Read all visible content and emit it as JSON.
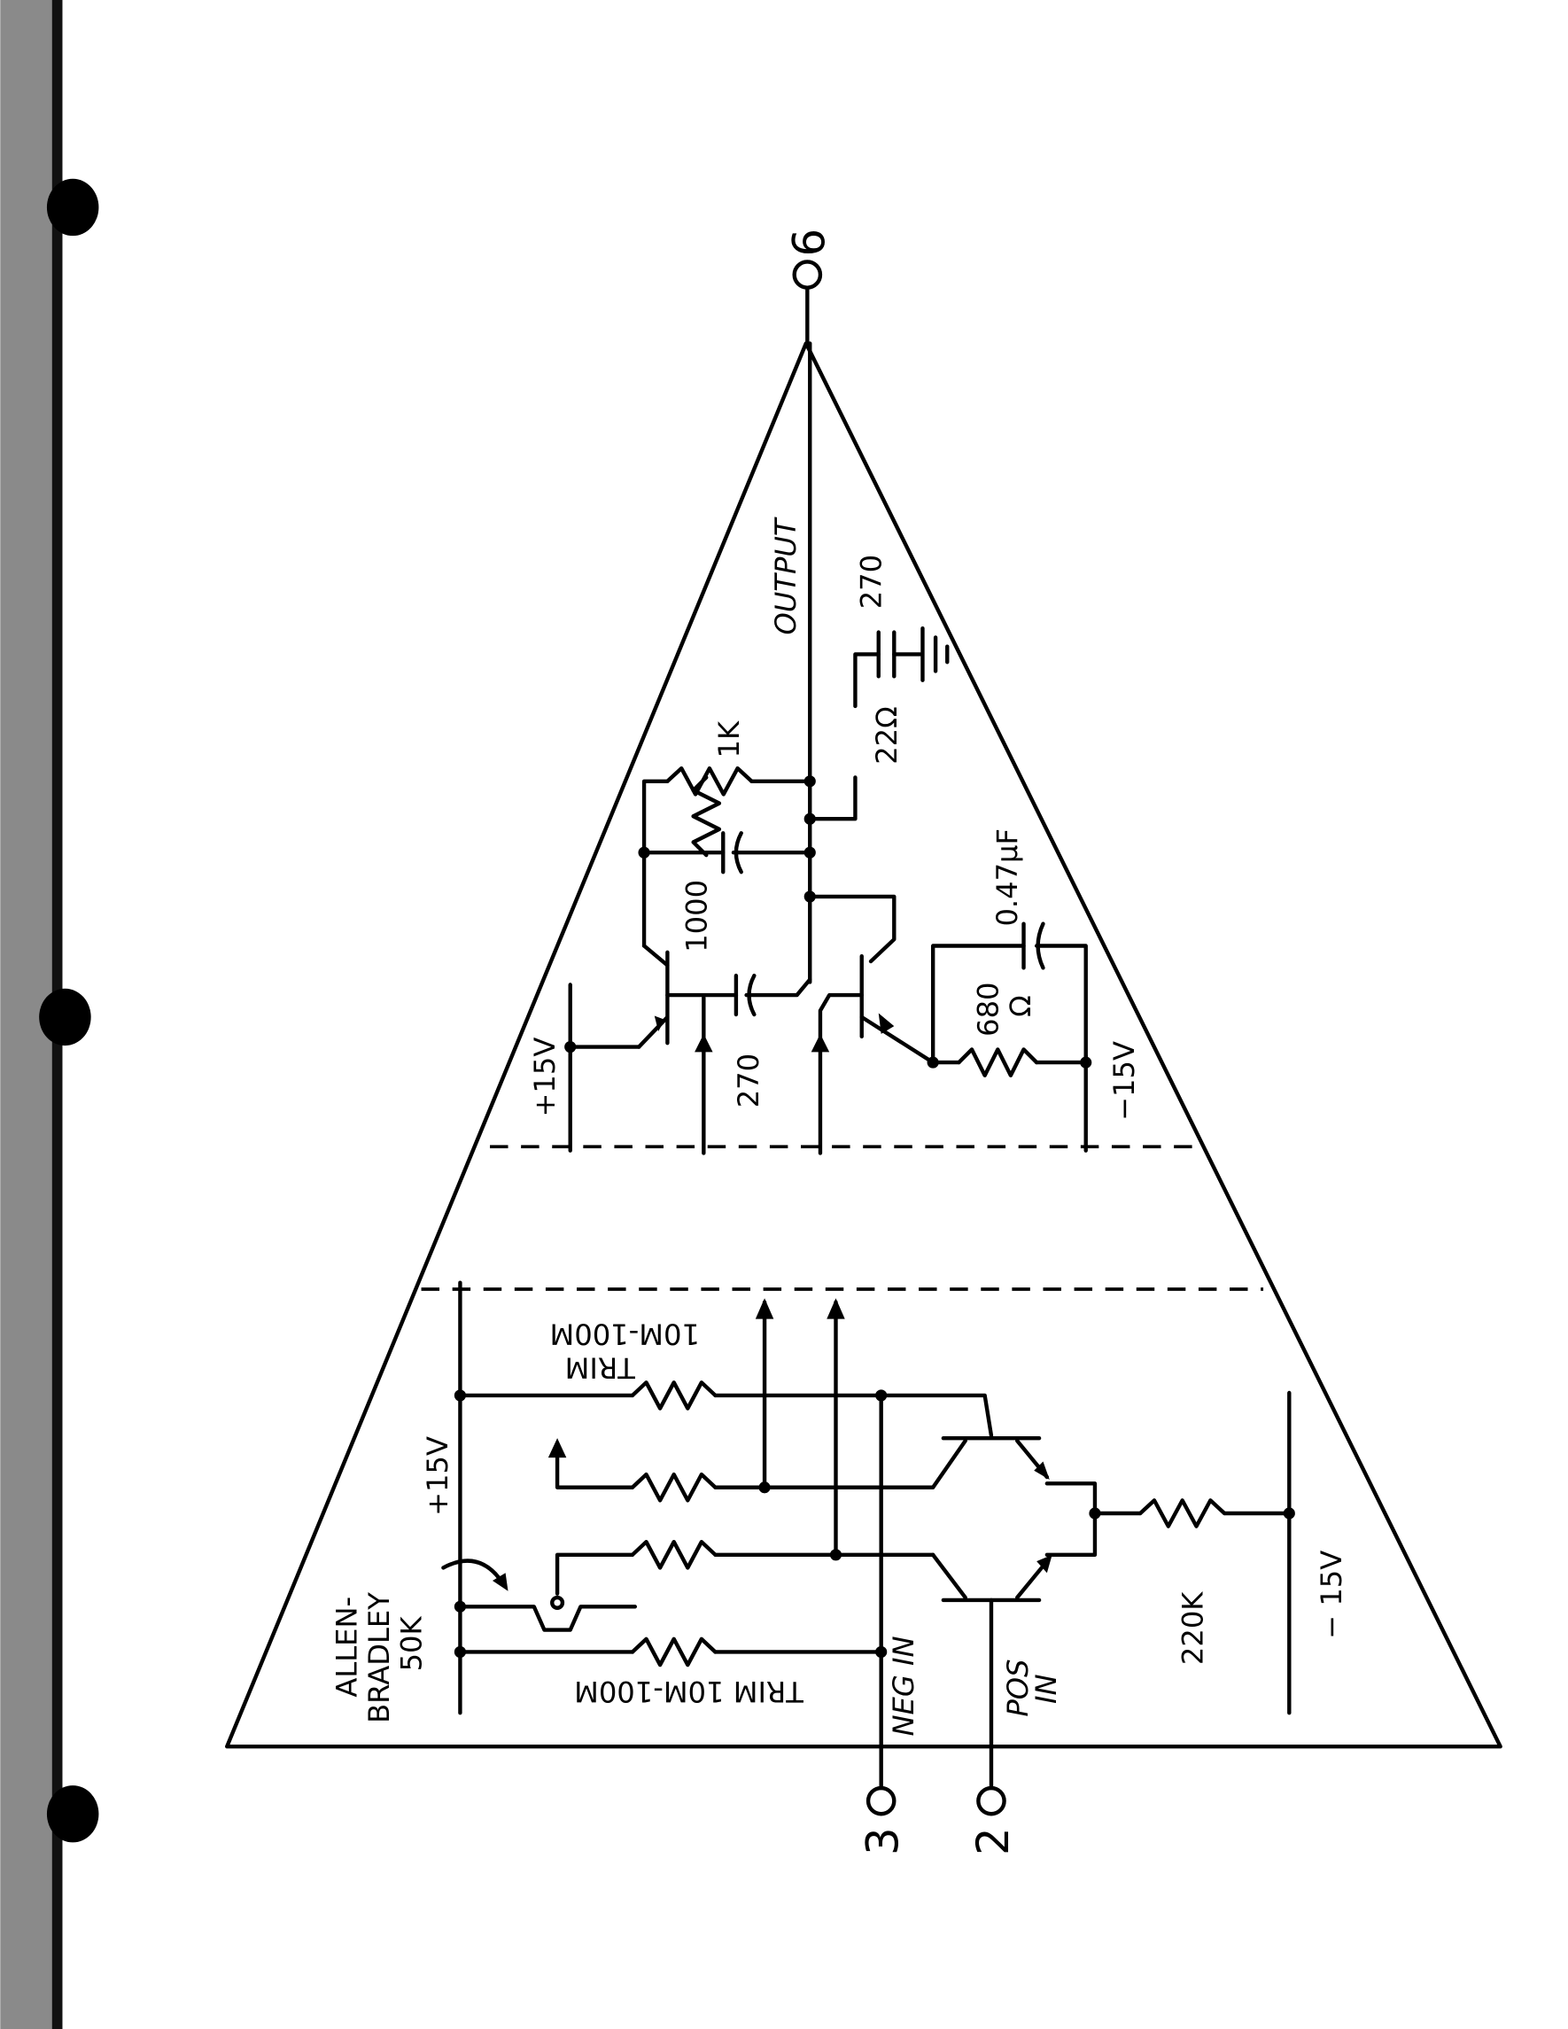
{
  "title": "Operational amplifier schematic",
  "terminals": {
    "output": "6",
    "neg": "3",
    "pos": "2"
  },
  "labels": {
    "output": "OUTPUT",
    "cap_out": "270",
    "res_1k": "1K",
    "res_22": "22Ω",
    "cap_047": "0.47μF",
    "cap_1000": "1000",
    "cap_270": "270",
    "res_680_a": "680",
    "res_680_b": "Ω",
    "plus15_top": "+15V",
    "minus15_top": "−15V",
    "trim_top_a": "TRIM",
    "trim_top_b": "10M-100M",
    "trim_bottom": "TRIM 10M-100M",
    "allen_a": "ALLEN-",
    "allen_b": "BRADLEY",
    "allen_c": "50K",
    "plus15_bottom": "+15V",
    "neg_in": "NEG IN",
    "pos_a": "POS",
    "pos_b": "IN",
    "res_220k": "220K",
    "minus15_bottom": "− 15V"
  },
  "colors": {
    "ink": "#000000",
    "margin": "#8a8a8a"
  }
}
